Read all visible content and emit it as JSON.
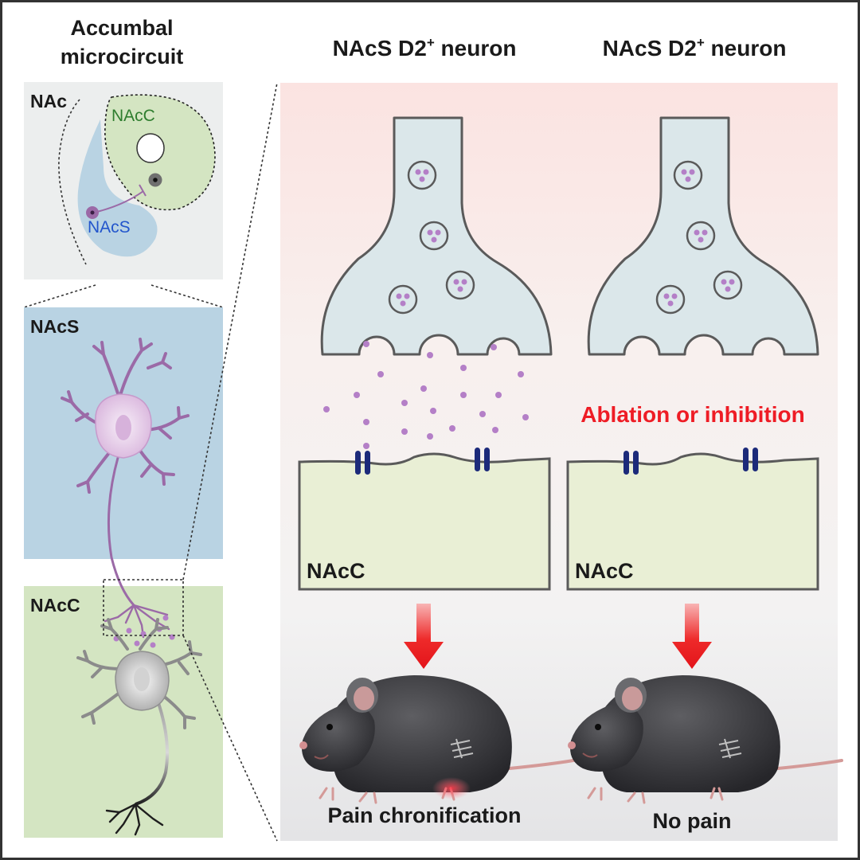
{
  "left_title_line1": "Accumbal",
  "left_title_line2": "microcircuit",
  "col1_title": "NAcS D2",
  "col2_title": "NAcS D2",
  "title_sup": "+",
  "title_tail": " neuron",
  "nac_label": "NAc",
  "nacc_region_label": "NAcC",
  "nacs_region_label": "NAcS",
  "nacs_panel_label": "NAcS",
  "nacc_panel_label": "NAcC",
  "post1_label": "NAcC",
  "post2_label": "NAcC",
  "ablation_text": "Ablation or inhibition",
  "outcome1": "Pain chronification",
  "outcome2": "No pain",
  "colors": {
    "nacs_blue": "#b9d3e3",
    "nacc_green": "#d4e5c2",
    "terminal_fill": "#dbe7ea",
    "postsyn_fill": "#e9efd5",
    "receptor": "#1c2a7a",
    "vesicle": "#b47fc7",
    "arrow_red": "#e8161c",
    "ablation_red": "#ee1c25",
    "nacc_text_green": "#2e7d2e",
    "nacs_text_blue": "#2255cc"
  }
}
